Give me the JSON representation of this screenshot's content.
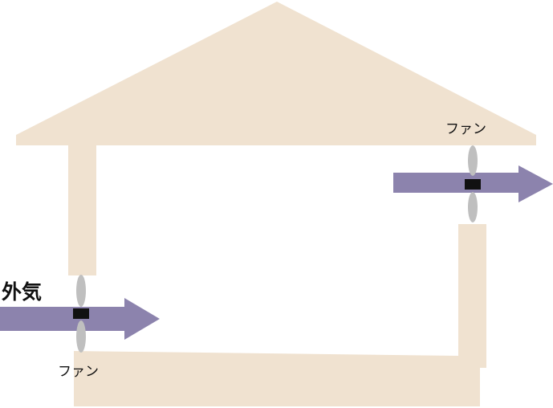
{
  "labels": {
    "outside_air": "外気",
    "fan_bottom": "ファン",
    "fan_top": "ファン"
  },
  "colors": {
    "wall": "#f0e2d0",
    "arrow": "#8c83ad",
    "blade": "#bfbfbf",
    "hub": "#111111",
    "background": "#ffffff"
  },
  "icons": {
    "fan": "fan-icon",
    "airflow": "arrow-right-icon"
  }
}
